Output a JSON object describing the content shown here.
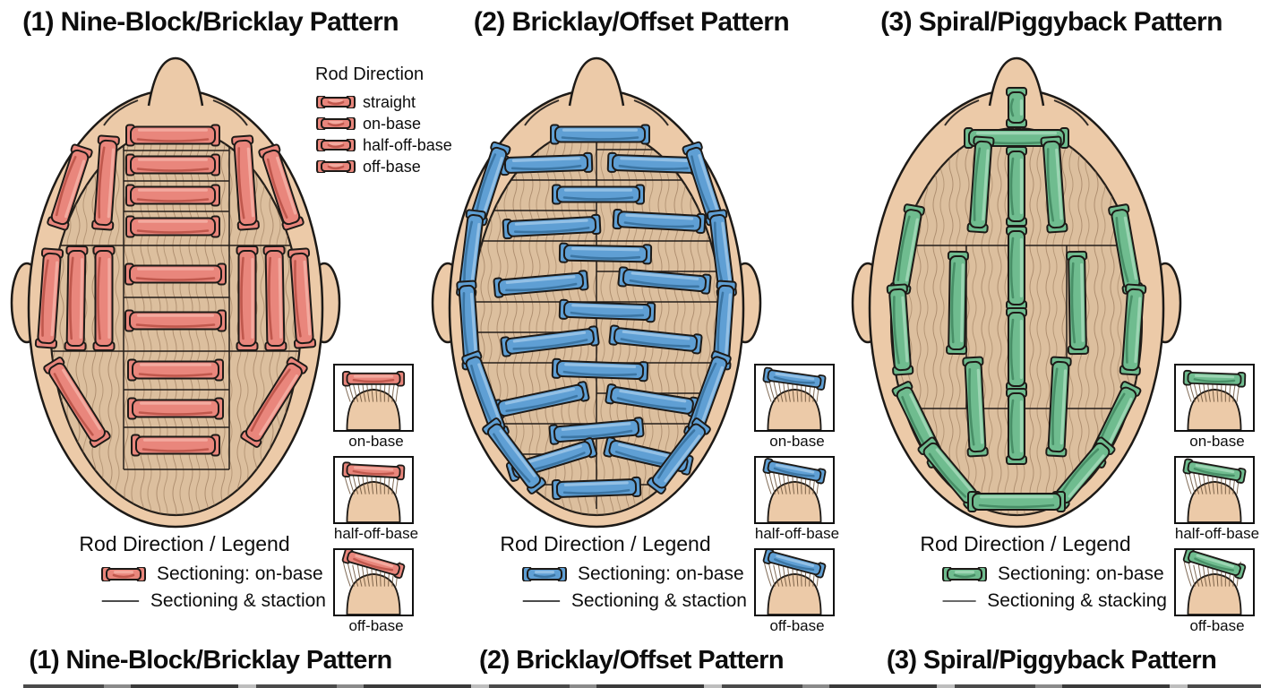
{
  "palette": {
    "skin": "#eccaa8",
    "scalp": "#dcbf9e",
    "hair_stroke": "#8a684a",
    "ink": "#1d1a17",
    "background": "#ffffff"
  },
  "panels": [
    {
      "id": "nine-block",
      "top_title": "(1) Nine-Block/Bricklay Pattern",
      "bottom_title": "(1) Nine-Block/Bricklay Pattern",
      "colors": {
        "rod": "#e9867c",
        "rod_dark": "#bb5348",
        "rod_light": "#f5b0a6"
      },
      "rod_direction_legend": {
        "title": "Rod Direction",
        "items": [
          "straight",
          "on-base",
          "half-off-base",
          "off-base"
        ]
      },
      "bottom_legend": {
        "title": "Rod Direction / Legend",
        "rod_label": "Sectioning: on-base",
        "line_label": "Sectioning & staction"
      },
      "insets": [
        {
          "label": "on-base",
          "tilt": 0
        },
        {
          "label": "half-off-base",
          "tilt": 3
        },
        {
          "label": "off-base",
          "tilt": 16
        }
      ],
      "figure": {
        "rod_width": 19,
        "rods": [
          [
            165,
            95,
            104,
            0
          ],
          [
            165,
            128,
            104,
            0
          ],
          [
            165,
            162,
            104,
            0
          ],
          [
            165,
            197,
            104,
            0
          ],
          [
            168,
            250,
            112,
            0
          ],
          [
            168,
            302,
            112,
            0
          ],
          [
            168,
            357,
            106,
            0
          ],
          [
            168,
            400,
            106,
            0
          ],
          [
            168,
            441,
            98,
            0
          ],
          [
            50,
            153,
            94,
            108
          ],
          [
            90,
            148,
            104,
            94
          ],
          [
            246,
            148,
            104,
            86
          ],
          [
            286,
            153,
            94,
            72
          ],
          [
            27,
            277,
            110,
            94
          ],
          [
            57,
            277,
            116,
            91
          ],
          [
            88,
            277,
            116,
            90
          ],
          [
            248,
            277,
            116,
            90
          ],
          [
            279,
            277,
            116,
            89
          ],
          [
            309,
            277,
            110,
            86
          ],
          [
            58,
            393,
            106,
            58
          ],
          [
            278,
            393,
            106,
            122
          ]
        ],
        "lines": [
          [
            110,
            88,
            110,
            468
          ],
          [
            228,
            88,
            228,
            468
          ],
          [
            30,
            218,
            306,
            218
          ],
          [
            30,
            336,
            306,
            336
          ],
          [
            110,
            88,
            228,
            88
          ],
          [
            110,
            112,
            228,
            112
          ],
          [
            110,
            146,
            228,
            146
          ],
          [
            110,
            180,
            228,
            180
          ],
          [
            110,
            276,
            228,
            276
          ],
          [
            110,
            379,
            228,
            379
          ],
          [
            110,
            421,
            228,
            421
          ],
          [
            110,
            468,
            228,
            468
          ]
        ]
      }
    },
    {
      "id": "bricklay-offset",
      "top_title": "(2) Bricklay/Offset Pattern",
      "bottom_title": "(2) Bricklay/Offset Pattern",
      "colors": {
        "rod": "#5f9fd4",
        "rod_dark": "#39719f",
        "rod_light": "#9cc6e8"
      },
      "rod_direction_legend": null,
      "bottom_legend": {
        "title": "Rod Direction / Legend",
        "rod_label": "Sectioning: on-base",
        "line_label": "Sectioning & staction"
      },
      "insets": [
        {
          "label": "on-base",
          "tilt": 8
        },
        {
          "label": "half-off-base",
          "tilt": 11
        },
        {
          "label": "off-base",
          "tilt": 15
        }
      ],
      "figure": {
        "rod_width": 17,
        "rods": [
          [
            172,
            94,
            110,
            0
          ],
          [
            112,
            127,
            102,
            -2
          ],
          [
            232,
            127,
            102,
            2
          ],
          [
            170,
            161,
            102,
            0
          ],
          [
            238,
            191,
            102,
            3
          ],
          [
            118,
            197,
            108,
            -3
          ],
          [
            178,
            227,
            102,
            1
          ],
          [
            244,
            257,
            102,
            5
          ],
          [
            106,
            261,
            104,
            -5
          ],
          [
            180,
            291,
            106,
            2
          ],
          [
            234,
            323,
            102,
            6
          ],
          [
            116,
            325,
            108,
            -7
          ],
          [
            172,
            357,
            106,
            2
          ],
          [
            230,
            391,
            102,
            9
          ],
          [
            106,
            391,
            106,
            -12
          ],
          [
            168,
            425,
            104,
            -5
          ],
          [
            226,
            453,
            98,
            13
          ],
          [
            118,
            457,
            100,
            -17
          ],
          [
            168,
            489,
            98,
            -2
          ],
          [
            48,
            149,
            92,
            108
          ],
          [
            28,
            227,
            96,
            97
          ],
          [
            26,
            307,
            98,
            86
          ],
          [
            44,
            385,
            98,
            70
          ],
          [
            76,
            453,
            92,
            53
          ],
          [
            288,
            149,
            92,
            72
          ],
          [
            308,
            227,
            96,
            83
          ],
          [
            310,
            307,
            98,
            94
          ],
          [
            292,
            385,
            98,
            110
          ],
          [
            260,
            453,
            92,
            127
          ]
        ],
        "lines": [
          [
            168,
            85,
            168,
            512
          ],
          [
            30,
            145,
            306,
            145
          ],
          [
            30,
            213,
            306,
            213
          ],
          [
            30,
            281,
            306,
            281
          ],
          [
            30,
            349,
            306,
            349
          ],
          [
            30,
            417,
            306,
            417
          ],
          [
            30,
            485,
            306,
            485
          ],
          [
            168,
            111,
            306,
            111
          ],
          [
            30,
            179,
            168,
            179
          ],
          [
            168,
            247,
            306,
            247
          ],
          [
            30,
            315,
            168,
            315
          ],
          [
            168,
            383,
            306,
            383
          ],
          [
            30,
            451,
            168,
            451
          ]
        ]
      }
    },
    {
      "id": "spiral-piggyback",
      "top_title": "(3) Spiral/Piggyback Pattern",
      "bottom_title": "(3) Spiral/Piggyback Pattern",
      "colors": {
        "rod": "#6fbc8f",
        "rod_dark": "#448a63",
        "rod_light": "#a4d9ba"
      },
      "rod_direction_legend": null,
      "bottom_legend": {
        "title": "Rod Direction / Legend",
        "rod_label": "Sectioning: on-base",
        "line_label": "Sectioning & stacking"
      },
      "insets": [
        {
          "label": "on-base",
          "tilt": 2
        },
        {
          "label": "half-off-base",
          "tilt": 10
        },
        {
          "label": "off-base",
          "tilt": 17
        }
      ],
      "figure": {
        "rod_width": 18,
        "rods": [
          [
            168,
            64,
            44,
            90
          ],
          [
            168,
            98,
            116,
            0
          ],
          [
            168,
            152,
            88,
            90
          ],
          [
            168,
            243,
            92,
            90
          ],
          [
            168,
            334,
            92,
            90
          ],
          [
            168,
            420,
            84,
            90
          ],
          [
            128,
            150,
            106,
            94
          ],
          [
            102,
            282,
            114,
            91
          ],
          [
            122,
            398,
            110,
            87
          ],
          [
            210,
            150,
            106,
            86
          ],
          [
            236,
            282,
            114,
            89
          ],
          [
            215,
            398,
            110,
            93
          ],
          [
            46,
            222,
            98,
            100
          ],
          [
            38,
            312,
            100,
            86
          ],
          [
            60,
            418,
            98,
            64
          ],
          [
            94,
            472,
            88,
            50
          ],
          [
            290,
            222,
            98,
            80
          ],
          [
            298,
            312,
            100,
            94
          ],
          [
            276,
            418,
            98,
            116
          ],
          [
            242,
            472,
            88,
            130
          ],
          [
            168,
            504,
            108,
            0
          ]
        ],
        "lines": [
          [
            30,
            218,
            306,
            218
          ],
          [
            30,
            400,
            306,
            400
          ],
          [
            168,
            50,
            168,
            88
          ],
          [
            112,
            218,
            112,
            400
          ],
          [
            224,
            218,
            224,
            400
          ]
        ]
      }
    }
  ]
}
